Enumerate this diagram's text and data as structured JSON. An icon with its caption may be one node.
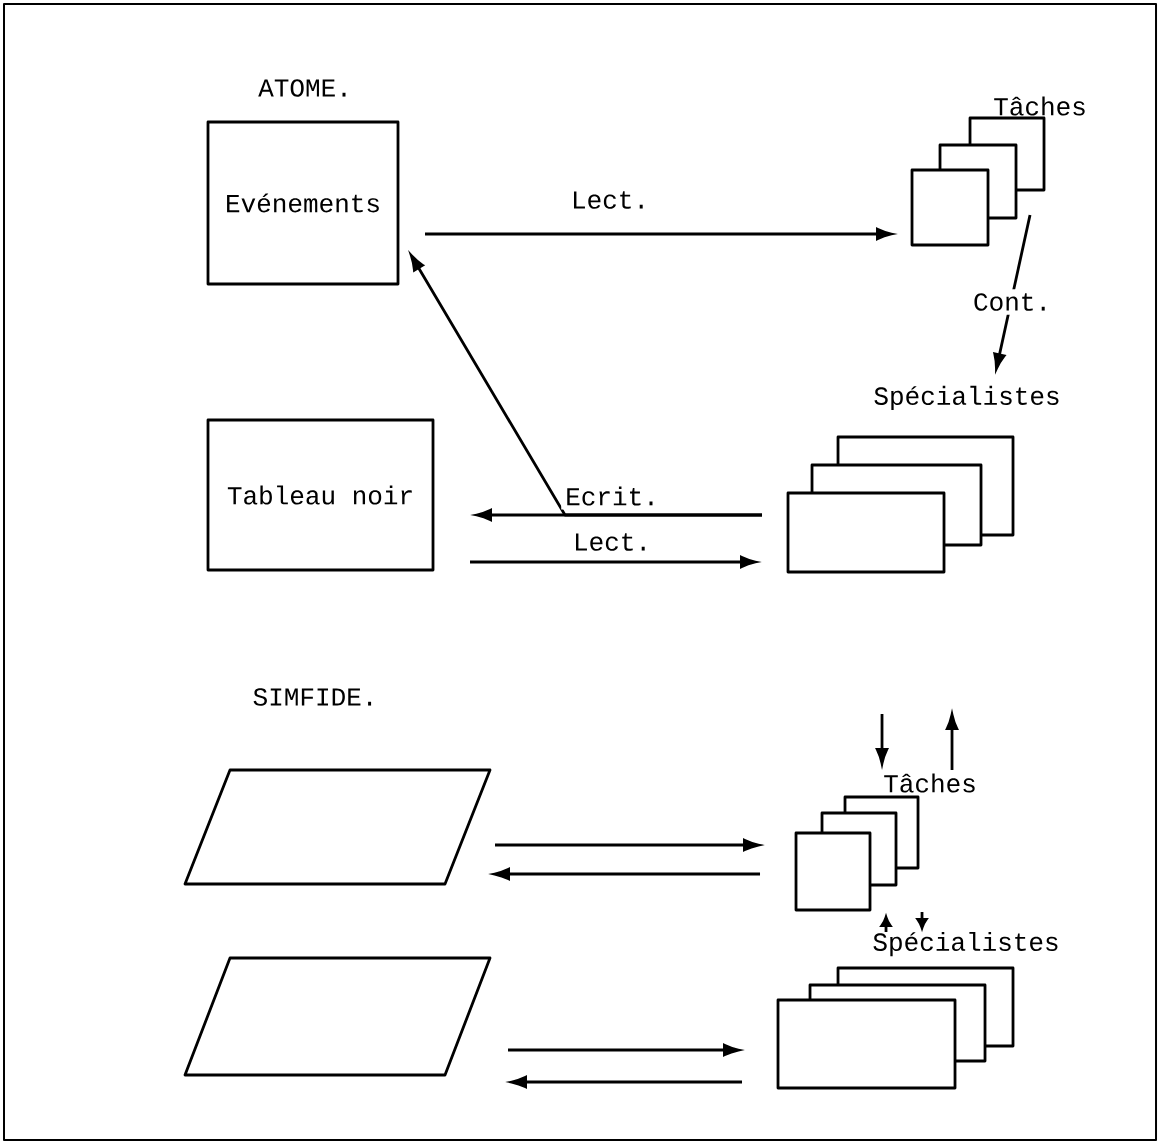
{
  "diagram": {
    "nodes": [
      {
        "text": [
          "Evénements"
        ]
      },
      {
        "text": [
          "Tâches"
        ]
      },
      {
        "text": [
          "Tableau noir"
        ]
      },
      {
        "text": [
          "Spécialistes"
        ]
      },
      {
        "text": [],
        "shape": "parallelogram"
      },
      {
        "text": [
          "Tâches"
        ]
      },
      {
        "text": [],
        "shape": "parallelogram"
      },
      {
        "text": [
          "Spécialistes"
        ]
      }
    ],
    "edges": [
      {
        "from": 0,
        "to": 1,
        "arrow": "to",
        "label": "Lect."
      },
      {
        "from": 1,
        "to": 3,
        "arrow": "to",
        "label": "Cont."
      },
      {
        "from": 3,
        "to": 2,
        "arrow": "to",
        "label": "Ecrit."
      },
      {
        "from": 3,
        "to": 0,
        "arrow": "to"
      },
      {
        "from": 2,
        "to": 3,
        "arrow": "to",
        "label": "Lect."
      },
      {
        "from": 4,
        "to": 5,
        "arrow": "to"
      },
      {
        "from": 5,
        "to": 4,
        "arrow": "to"
      },
      {
        "from": 6,
        "to": 7,
        "arrow": "to"
      },
      {
        "from": 7,
        "to": 6,
        "arrow": "to"
      },
      {
        "from": null,
        "to": 5,
        "arrow": "to"
      },
      {
        "from": 5,
        "to": null,
        "arrow": "to"
      },
      {
        "from": 7,
        "to": 5,
        "arrow": "to"
      },
      {
        "from": 5,
        "to": 7,
        "arrow": "to"
      }
    ],
    "labels": [
      "ATOME.",
      "SIMFIDE."
    ]
  }
}
